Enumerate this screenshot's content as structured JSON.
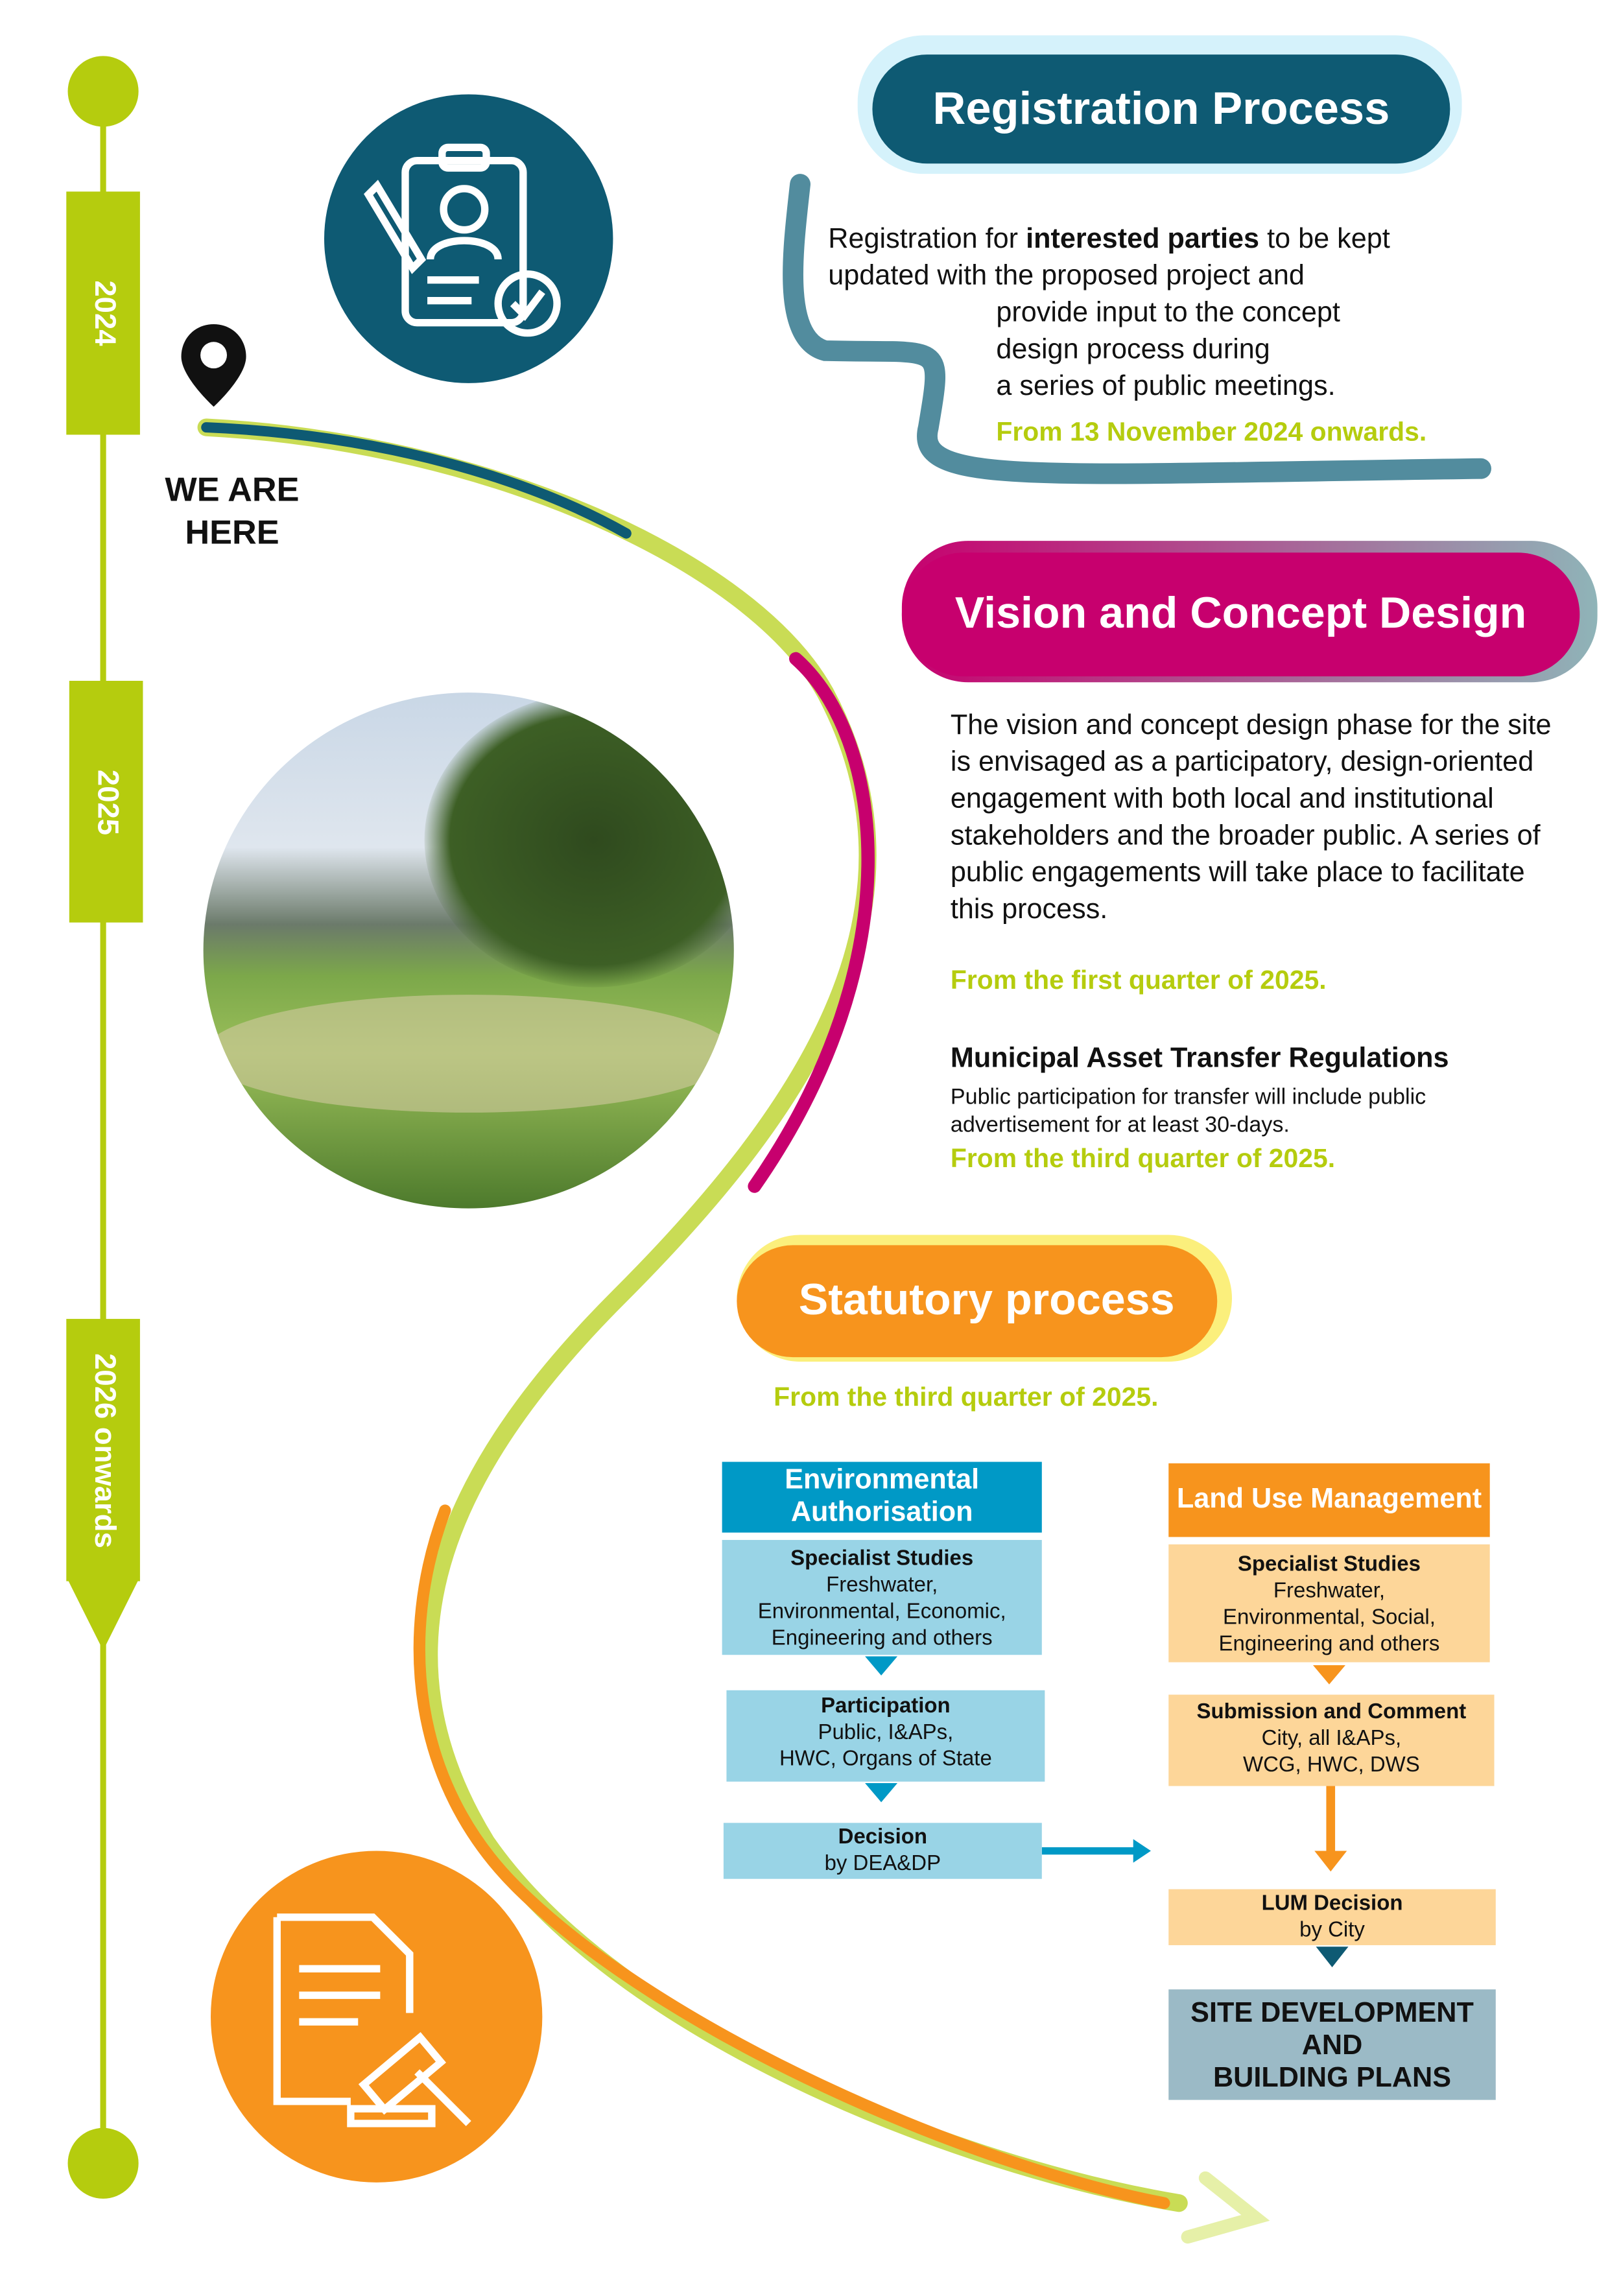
{
  "timeline": {
    "years": [
      "2024",
      "2025",
      "2026 onwards"
    ],
    "marker": "WE ARE HERE",
    "colors": {
      "green": "#b5cc0e",
      "teal": "#0e5a73",
      "magenta": "#c7006e",
      "orange": "#f7941d"
    }
  },
  "registration": {
    "title": "Registration Process",
    "text_pre": "Registration for ",
    "text_bold": "interested parties",
    "text_post_line1": " to be kept",
    "lines": [
      "updated with the proposed project and",
      "provide input to the concept",
      "design process during",
      "a series of public meetings."
    ],
    "date": "From 13 November 2024 onwards."
  },
  "vision": {
    "title": "Vision and Concept Design",
    "text": "The vision and concept design phase for the site is envisaged as a participatory, design-oriented engagement with both local and institutional stakeholders and the broader public. A series of public engagements will take place to facilitate this process.",
    "date": "From the first quarter of 2025.",
    "mat_title": "Municipal Asset Transfer Regulations",
    "mat_text": "Public participation for transfer will include public advertisement for at least 30-days.",
    "mat_date": "From the third quarter of 2025."
  },
  "statutory": {
    "title": "Statutory process",
    "date": "From the third quarter of 2025.",
    "env": {
      "header": "Environmental Authorisation",
      "steps": [
        {
          "title": "Specialist Studies",
          "lines": [
            "Freshwater,",
            "Environmental, Economic,",
            "Engineering and others"
          ]
        },
        {
          "title": "Participation",
          "lines": [
            "Public, I&APs,",
            "HWC, Organs of State"
          ]
        },
        {
          "title": "Decision",
          "lines": [
            "by DEA&DP"
          ]
        }
      ]
    },
    "lum": {
      "header": "Land Use Management",
      "steps": [
        {
          "title": "Specialist Studies",
          "lines": [
            "Freshwater,",
            "Environmental, Social,",
            "Engineering and others"
          ]
        },
        {
          "title": "Submission and Comment",
          "lines": [
            "City, all I&APs,",
            "WCG, HWC, DWS"
          ]
        },
        {
          "title": "LUM Decision",
          "lines": [
            "by City"
          ]
        }
      ]
    },
    "final": [
      "SITE DEVELOPMENT",
      "AND",
      "BUILDING PLANS"
    ]
  }
}
